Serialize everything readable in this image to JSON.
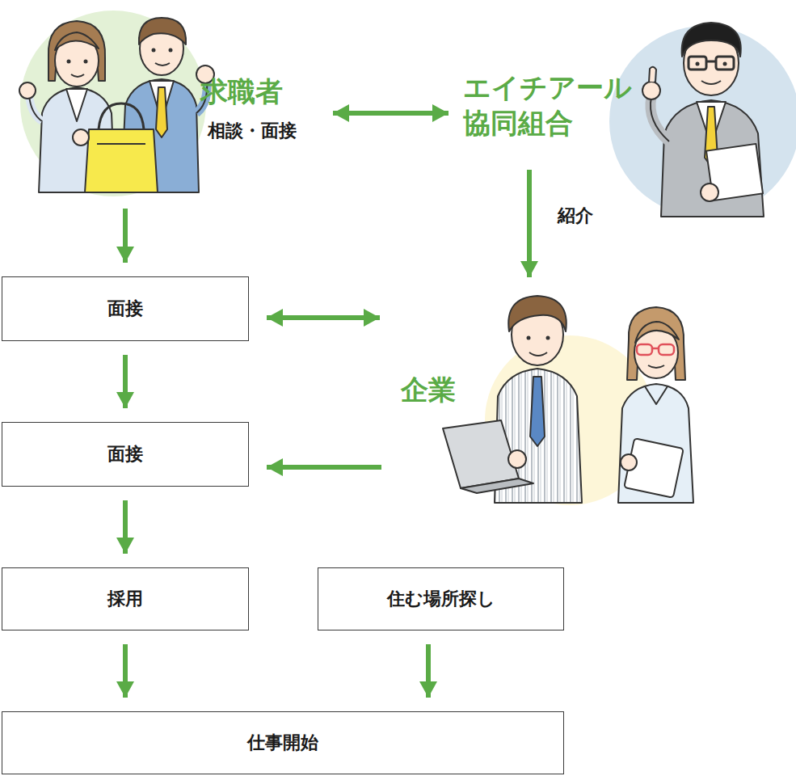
{
  "diagram": {
    "nodes": [
      {
        "text": [
          "求職者"
        ]
      },
      {
        "text": [
          "エイチアール 協同組合"
        ]
      },
      {
        "text": [
          "面接"
        ]
      },
      {
        "text": [
          "企業"
        ]
      },
      {
        "text": [
          "面接"
        ]
      },
      {
        "text": [
          "採用"
        ]
      },
      {
        "text": [
          "住む場所探し"
        ]
      },
      {
        "text": [
          "仕事開始"
        ]
      }
    ],
    "edges": [
      {
        "from": 0,
        "to": 1,
        "arrow": "both",
        "label": "相談・面接"
      },
      {
        "from": 1,
        "to": 3,
        "arrow": "to",
        "label": "紹介"
      },
      {
        "from": 0,
        "to": 2,
        "arrow": "to"
      },
      {
        "from": 2,
        "to": 3,
        "arrow": "both"
      },
      {
        "from": 2,
        "to": 4,
        "arrow": "to"
      },
      {
        "from": 3,
        "to": 4,
        "arrow": "to"
      },
      {
        "from": 4,
        "to": 5,
        "arrow": "to"
      },
      {
        "from": 5,
        "to": 7,
        "arrow": "to"
      },
      {
        "from": 6,
        "to": 7,
        "arrow": "to"
      }
    ]
  }
}
